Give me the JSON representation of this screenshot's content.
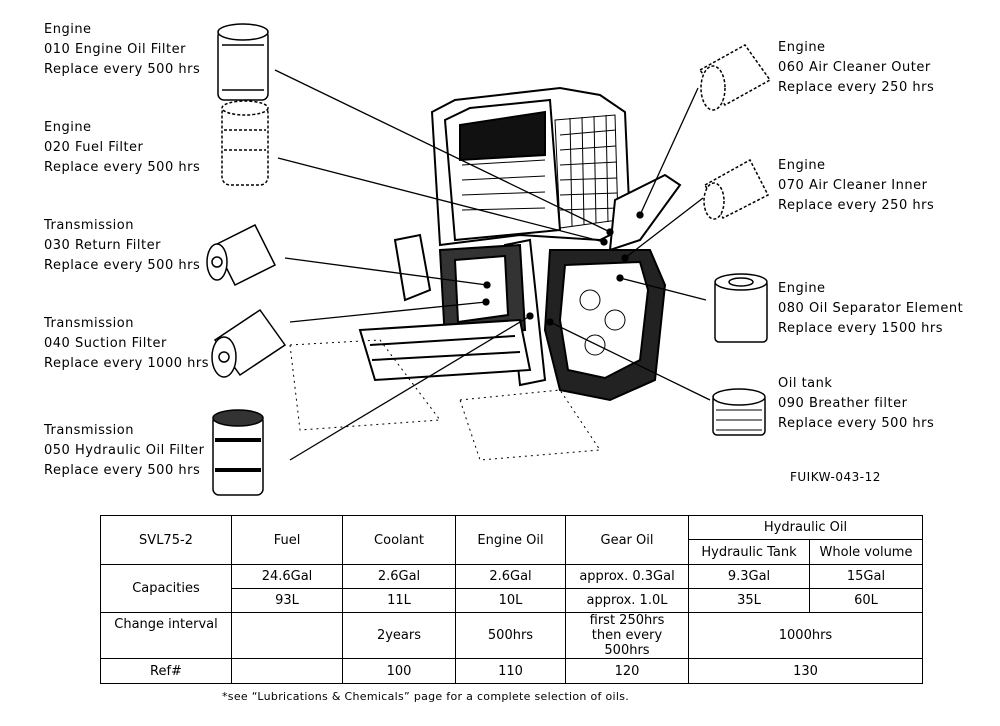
{
  "callouts": [
    {
      "lines": [
        "Engine",
        "010 Engine Oil Filter",
        "Replace every 500 hrs"
      ]
    },
    {
      "lines": [
        "Engine",
        "020 Fuel Filter",
        "Replace every 500 hrs"
      ]
    },
    {
      "lines": [
        "Transmission",
        "030 Return Filter",
        "Replace every 500 hrs"
      ]
    },
    {
      "lines": [
        "Transmission",
        "040 Suction Filter",
        "Replace every 1000 hrs"
      ]
    },
    {
      "lines": [
        "Transmission",
        "050 Hydraulic Oil Filter",
        "Replace every 500 hrs"
      ]
    },
    {
      "lines": [
        "Engine",
        "060 Air Cleaner Outer",
        "Replace every 250 hrs"
      ]
    },
    {
      "lines": [
        "Engine",
        "070 Air Cleaner Inner",
        "Replace every 250 hrs"
      ]
    },
    {
      "lines": [
        "Engine",
        "080 Oil Separator Element",
        "Replace every 1500 hrs"
      ]
    },
    {
      "lines": [
        "Oil tank",
        "090 Breather filter",
        "Replace every 500 hrs"
      ]
    }
  ],
  "figure_code": "FUIKW-043-12",
  "table": {
    "model": "SVL75-2",
    "fuel": "Fuel",
    "coolant": "Coolant",
    "engine_oil": "Engine Oil",
    "gear_oil": "Gear Oil",
    "hydraulic_oil": "Hydraulic Oil",
    "hydraulic_tank": "Hydraulic Tank",
    "whole_volume": "Whole volume",
    "capacities": "Capacities",
    "gal": [
      "24.6Gal",
      "2.6Gal",
      "2.6Gal",
      "approx. 0.3Gal",
      "9.3Gal",
      "15Gal"
    ],
    "liters": [
      "93L",
      "11L",
      "10L",
      "approx. 1.0L",
      "35L",
      "60L"
    ],
    "change_interval": "Change interval",
    "coolant_interval": "2years",
    "engine_oil_interval": "500hrs",
    "gear_oil_interval_1": "first 250hrs",
    "gear_oil_interval_2": "then every 500hrs",
    "hydraulic_interval": "1000hrs",
    "ref": "Ref#",
    "ref_coolant": "100",
    "ref_engine_oil": "110",
    "ref_gear_oil": "120",
    "ref_hydraulic": "130"
  },
  "footnote": "*see “Lubrications & Chemicals” page for a complete selection of oils."
}
